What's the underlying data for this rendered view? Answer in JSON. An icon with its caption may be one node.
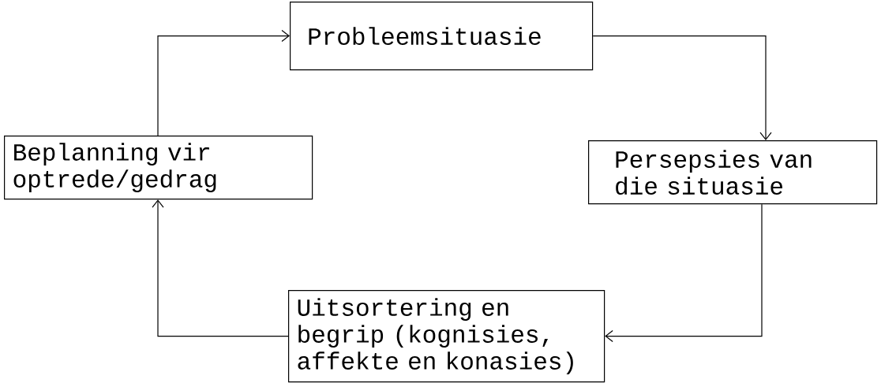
{
  "diagram": {
    "nodes": [
      {
        "text": [
          "Probleemsituasie"
        ]
      },
      {
        "text": [
          "Persepsies van die situasie"
        ]
      },
      {
        "text": [
          "Uitsortering en begrip (kognisies, affekte en konasies)"
        ]
      },
      {
        "text": [
          "Beplanning vir optrede/gedrag"
        ]
      }
    ],
    "edges": [
      {
        "from": 0,
        "to": 1,
        "arrow": "to"
      },
      {
        "from": 1,
        "to": 2,
        "arrow": "to"
      },
      {
        "from": 2,
        "to": 3,
        "arrow": "to"
      },
      {
        "from": 3,
        "to": 0,
        "arrow": "to"
      }
    ]
  }
}
